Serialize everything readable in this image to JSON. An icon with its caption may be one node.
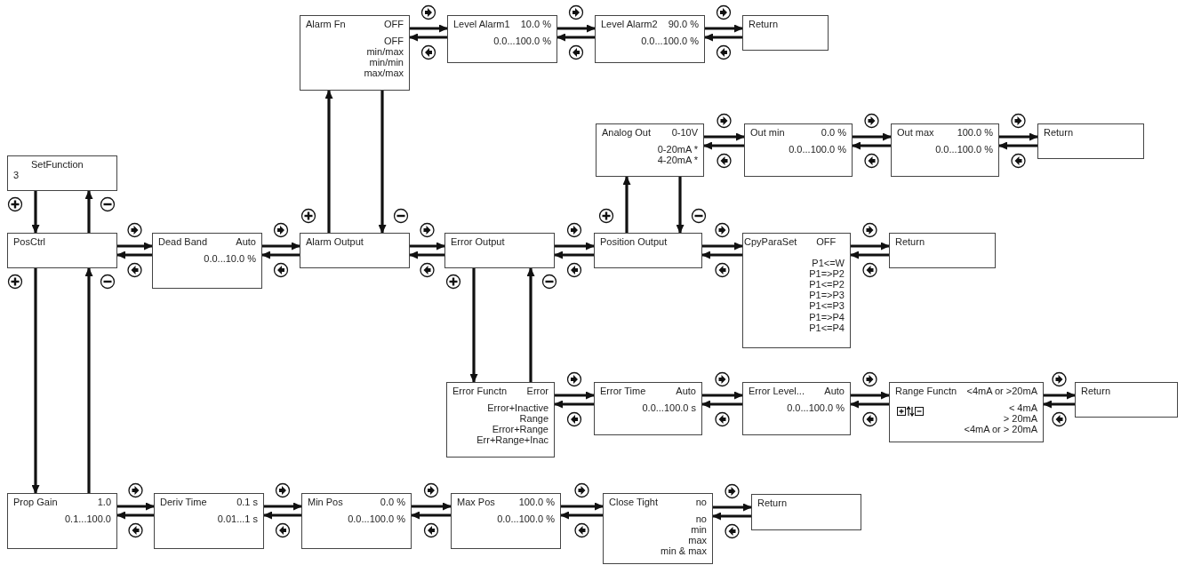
{
  "diagram": {
    "nodes": [
      {
        "text": [
          "SetFunction",
          "3"
        ]
      },
      {
        "text": [
          "PosCtrl"
        ]
      },
      {
        "text": [
          "Dead Band",
          "Auto",
          "0.0...10.0 %"
        ]
      },
      {
        "text": [
          "Alarm Output"
        ]
      },
      {
        "text": [
          "Alarm Fn",
          "OFF",
          "OFF",
          "min/max",
          "min/min",
          "max/max"
        ]
      },
      {
        "text": [
          "Level Alarm1",
          "10.0 %",
          "0.0...100.0 %"
        ]
      },
      {
        "text": [
          "Level Alarm2",
          "90.0 %",
          "0.0...100.0 %"
        ]
      },
      {
        "text": [
          "Return"
        ]
      },
      {
        "text": [
          "Error Output"
        ]
      },
      {
        "text": [
          "Position Output"
        ]
      },
      {
        "text": [
          "Analog Out",
          "0-10V",
          "0-20mA *",
          "4-20mA *"
        ]
      },
      {
        "text": [
          "Out min",
          "0.0 %",
          "0.0...100.0 %"
        ]
      },
      {
        "text": [
          "Out max",
          "100.0 %",
          "0.0...100.0 %"
        ]
      },
      {
        "text": [
          "Return"
        ]
      },
      {
        "text": [
          "CpyParaSet",
          "OFF",
          "P1<=W",
          "P1=>P2",
          "P1<=P2",
          "P1=>P3",
          "P1<=P3",
          "P1=>P4",
          "P1<=P4"
        ]
      },
      {
        "text": [
          "Return"
        ]
      },
      {
        "text": [
          "Error Functn",
          "Error",
          "Error+Inactive",
          "Range",
          "Error+Range",
          "Err+Range+Inac"
        ]
      },
      {
        "text": [
          "Error Time",
          "Auto",
          "0.0...100.0 s"
        ]
      },
      {
        "text": [
          "Error Level...",
          "Auto",
          "0.0...100.0 %"
        ]
      },
      {
        "text": [
          "Range Functn",
          "<4mA or >20mA",
          "< 4mA",
          "> 20mA",
          "<4mA or > 20mA"
        ]
      },
      {
        "text": [
          "Return"
        ]
      },
      {
        "text": [
          "Prop Gain",
          "1.0",
          "0.1...100.0"
        ]
      },
      {
        "text": [
          "Deriv Time",
          "0.1 s",
          "0.01...1 s"
        ]
      },
      {
        "text": [
          "Min Pos",
          "0.0 %",
          "0.0...100.0 %"
        ]
      },
      {
        "text": [
          "Max Pos",
          "100.0 %",
          "0.0...100.0 %"
        ]
      },
      {
        "text": [
          "Close Tight",
          "no",
          "no",
          "min",
          "max",
          "min & max"
        ]
      },
      {
        "text": [
          "Return"
        ]
      }
    ],
    "edges": [
      {
        "from": 0,
        "to": 1,
        "arrow": "to"
      },
      {
        "from": 1,
        "to": 0,
        "arrow": "to"
      },
      {
        "from": 1,
        "to": 2,
        "arrow": "to"
      },
      {
        "from": 2,
        "to": 1,
        "arrow": "to"
      },
      {
        "from": 2,
        "to": 3,
        "arrow": "to"
      },
      {
        "from": 3,
        "to": 2,
        "arrow": "to"
      },
      {
        "from": 3,
        "to": 4,
        "arrow": "to"
      },
      {
        "from": 4,
        "to": 3,
        "arrow": "to"
      },
      {
        "from": 4,
        "to": 5,
        "arrow": "to"
      },
      {
        "from": 5,
        "to": 4,
        "arrow": "to"
      },
      {
        "from": 5,
        "to": 6,
        "arrow": "to"
      },
      {
        "from": 6,
        "to": 5,
        "arrow": "to"
      },
      {
        "from": 6,
        "to": 7,
        "arrow": "to"
      },
      {
        "from": 7,
        "to": 6,
        "arrow": "to"
      },
      {
        "from": 3,
        "to": 8,
        "arrow": "to"
      },
      {
        "from": 8,
        "to": 3,
        "arrow": "to"
      },
      {
        "from": 8,
        "to": 9,
        "arrow": "to"
      },
      {
        "from": 9,
        "to": 8,
        "arrow": "to"
      },
      {
        "from": 9,
        "to": 10,
        "arrow": "to"
      },
      {
        "from": 10,
        "to": 9,
        "arrow": "to"
      },
      {
        "from": 10,
        "to": 11,
        "arrow": "to"
      },
      {
        "from": 11,
        "to": 10,
        "arrow": "to"
      },
      {
        "from": 11,
        "to": 12,
        "arrow": "to"
      },
      {
        "from": 12,
        "to": 11,
        "arrow": "to"
      },
      {
        "from": 12,
        "to": 13,
        "arrow": "to"
      },
      {
        "from": 13,
        "to": 12,
        "arrow": "to"
      },
      {
        "from": 9,
        "to": 14,
        "arrow": "to"
      },
      {
        "from": 14,
        "to": 9,
        "arrow": "to"
      },
      {
        "from": 14,
        "to": 15,
        "arrow": "to"
      },
      {
        "from": 15,
        "to": 14,
        "arrow": "to"
      },
      {
        "from": 8,
        "to": 16,
        "arrow": "to"
      },
      {
        "from": 16,
        "to": 8,
        "arrow": "to"
      },
      {
        "from": 16,
        "to": 17,
        "arrow": "to"
      },
      {
        "from": 17,
        "to": 16,
        "arrow": "to"
      },
      {
        "from": 17,
        "to": 18,
        "arrow": "to"
      },
      {
        "from": 18,
        "to": 17,
        "arrow": "to"
      },
      {
        "from": 18,
        "to": 19,
        "arrow": "to"
      },
      {
        "from": 19,
        "to": 18,
        "arrow": "to"
      },
      {
        "from": 19,
        "to": 20,
        "arrow": "to"
      },
      {
        "from": 20,
        "to": 19,
        "arrow": "to"
      },
      {
        "from": 1,
        "to": 21,
        "arrow": "to"
      },
      {
        "from": 21,
        "to": 1,
        "arrow": "to"
      },
      {
        "from": 21,
        "to": 22,
        "arrow": "to"
      },
      {
        "from": 22,
        "to": 21,
        "arrow": "to"
      },
      {
        "from": 22,
        "to": 23,
        "arrow": "to"
      },
      {
        "from": 23,
        "to": 22,
        "arrow": "to"
      },
      {
        "from": 23,
        "to": 24,
        "arrow": "to"
      },
      {
        "from": 24,
        "to": 23,
        "arrow": "to"
      },
      {
        "from": 24,
        "to": 25,
        "arrow": "to"
      },
      {
        "from": 25,
        "to": 24,
        "arrow": "to"
      },
      {
        "from": 25,
        "to": 26,
        "arrow": "to"
      },
      {
        "from": 26,
        "to": 25,
        "arrow": "to"
      }
    ]
  }
}
